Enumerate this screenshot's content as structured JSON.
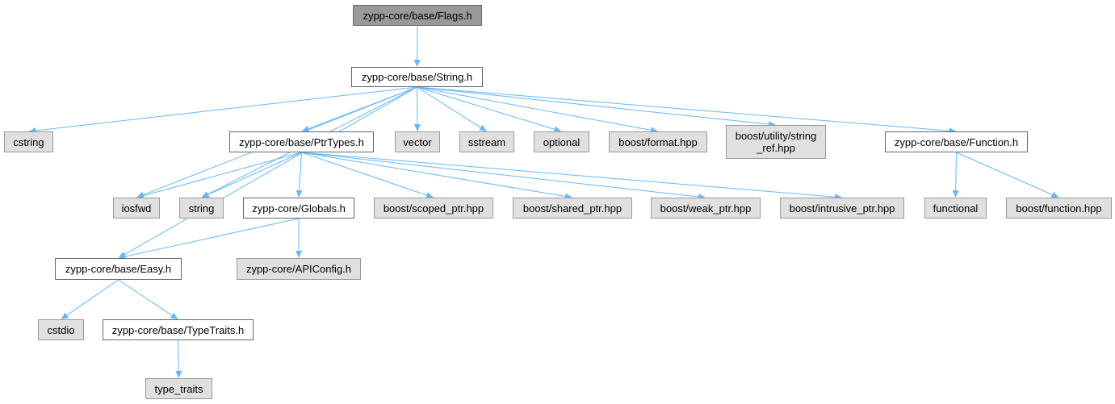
{
  "diagram": {
    "nodes": {
      "flags": {
        "label": "zypp-core/base/Flags.h",
        "kind": "root"
      },
      "string_h": {
        "label": "zypp-core/base/String.h",
        "kind": "file"
      },
      "cstring": {
        "label": "cstring",
        "kind": "system"
      },
      "ptrtypes": {
        "label": "zypp-core/base/PtrTypes.h",
        "kind": "file"
      },
      "vector": {
        "label": "vector",
        "kind": "system"
      },
      "sstream": {
        "label": "sstream",
        "kind": "system"
      },
      "optional": {
        "label": "optional",
        "kind": "system"
      },
      "boost_format": {
        "label": "boost/format.hpp",
        "kind": "system"
      },
      "boost_string_ref": {
        "label": "boost/utility/string\n_ref.hpp",
        "kind": "system"
      },
      "function_h": {
        "label": "zypp-core/base/Function.h",
        "kind": "file"
      },
      "iosfwd": {
        "label": "iosfwd",
        "kind": "system"
      },
      "string": {
        "label": "string",
        "kind": "system"
      },
      "globals": {
        "label": "zypp-core/Globals.h",
        "kind": "file"
      },
      "scoped_ptr": {
        "label": "boost/scoped_ptr.hpp",
        "kind": "system"
      },
      "shared_ptr": {
        "label": "boost/shared_ptr.hpp",
        "kind": "system"
      },
      "weak_ptr": {
        "label": "boost/weak_ptr.hpp",
        "kind": "system"
      },
      "intrusive_ptr": {
        "label": "boost/intrusive_ptr.hpp",
        "kind": "system"
      },
      "functional": {
        "label": "functional",
        "kind": "system"
      },
      "boost_function": {
        "label": "boost/function.hpp",
        "kind": "system"
      },
      "easy": {
        "label": "zypp-core/base/Easy.h",
        "kind": "file"
      },
      "apiconfig": {
        "label": "zypp-core/APIConfig.h",
        "kind": "system"
      },
      "cstdio": {
        "label": "cstdio",
        "kind": "system"
      },
      "typetraits": {
        "label": "zypp-core/base/TypeTraits.h",
        "kind": "file"
      },
      "type_traits": {
        "label": "type_traits",
        "kind": "system"
      }
    },
    "edges": [
      [
        "flags",
        "string_h"
      ],
      [
        "string_h",
        "cstring"
      ],
      [
        "string_h",
        "easy"
      ],
      [
        "string_h",
        "iosfwd"
      ],
      [
        "string_h",
        "string"
      ],
      [
        "string_h",
        "ptrtypes"
      ],
      [
        "string_h",
        "vector"
      ],
      [
        "string_h",
        "sstream"
      ],
      [
        "string_h",
        "optional"
      ],
      [
        "string_h",
        "boost_format"
      ],
      [
        "string_h",
        "boost_string_ref"
      ],
      [
        "string_h",
        "function_h"
      ],
      [
        "ptrtypes",
        "iosfwd"
      ],
      [
        "ptrtypes",
        "string"
      ],
      [
        "ptrtypes",
        "globals"
      ],
      [
        "ptrtypes",
        "scoped_ptr"
      ],
      [
        "ptrtypes",
        "shared_ptr"
      ],
      [
        "ptrtypes",
        "weak_ptr"
      ],
      [
        "ptrtypes",
        "intrusive_ptr"
      ],
      [
        "function_h",
        "functional"
      ],
      [
        "function_h",
        "boost_function"
      ],
      [
        "globals",
        "easy"
      ],
      [
        "globals",
        "apiconfig"
      ],
      [
        "easy",
        "cstdio"
      ],
      [
        "easy",
        "typetraits"
      ],
      [
        "typetraits",
        "type_traits"
      ]
    ],
    "colors": {
      "edge": "#63b8ff",
      "root_fill": "#999999",
      "file_fill": "#ffffff",
      "system_fill": "#e0e0e0"
    }
  }
}
